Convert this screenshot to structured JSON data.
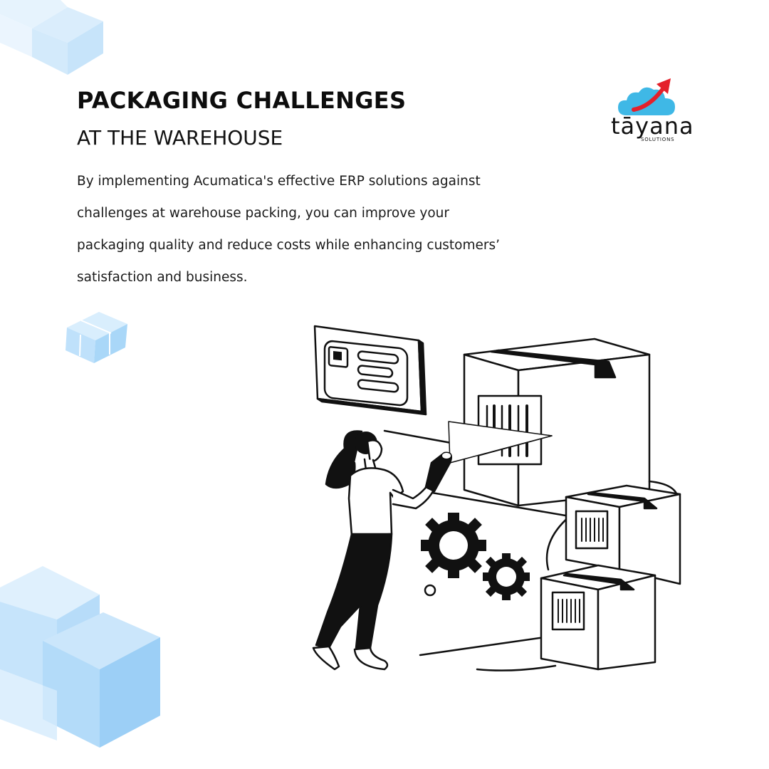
{
  "heading": {
    "title": "PACKAGING CHALLENGES",
    "subtitle": "AT THE WAREHOUSE"
  },
  "body": {
    "paragraph": "By implementing Acumatica's effective ERP solutions against challenges at warehouse packing, you can improve your packaging quality and reduce costs while enhancing customers’ satisfaction and business."
  },
  "logo": {
    "wordmark": "tāyana",
    "tagline": "SOLUTIONS",
    "icon": "cloud-arrow-icon",
    "cloud_color": "#3fb8e6",
    "arrow_color": "#e4202a"
  },
  "illustration": {
    "icon": "warehouse-barcode-scanning-illustration"
  },
  "colors": {
    "background": "#ffffff",
    "text": "#111111",
    "cube_light": "#dbeefc",
    "cube_mid": "#b9defa",
    "cube_dark": "#9fd2f7"
  }
}
